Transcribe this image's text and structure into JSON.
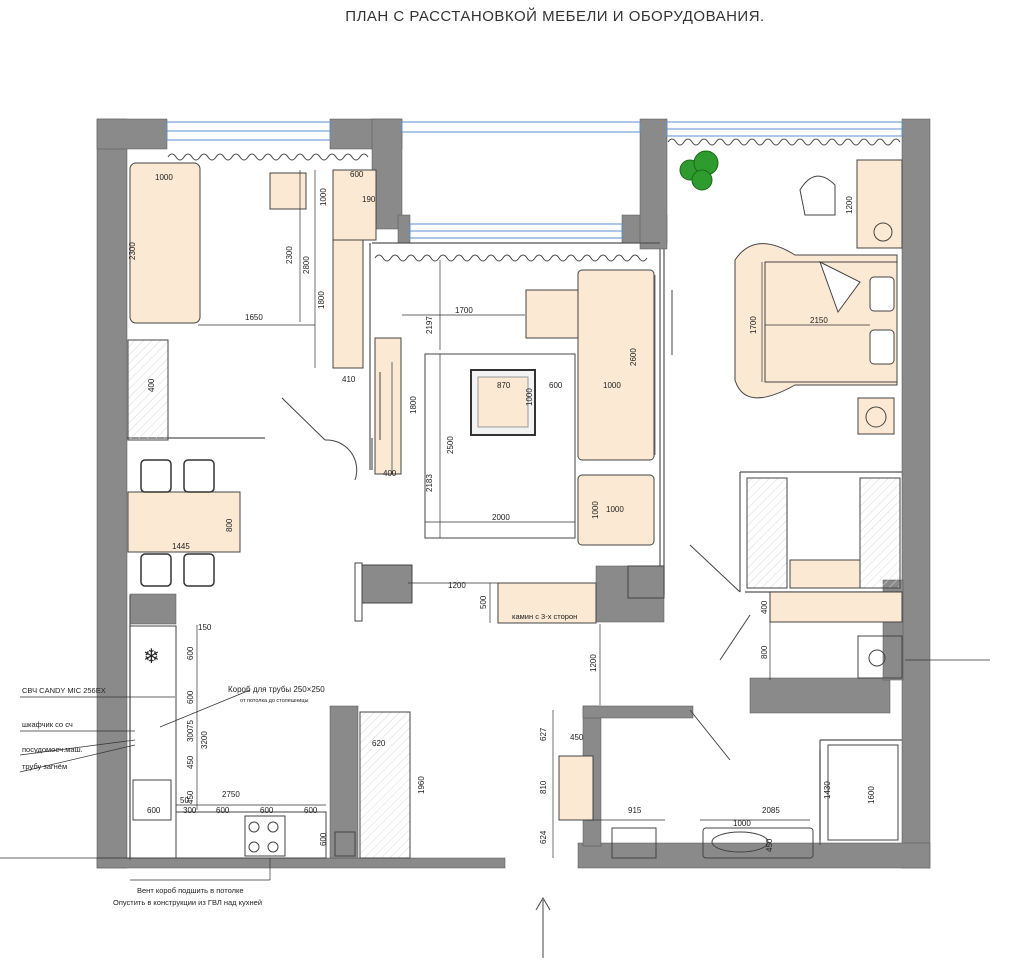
{
  "title": "ПЛАН С РАССТАНОВКОЙ МЕБЕЛИ И ОБОРУДОВАНИЯ.",
  "colors": {
    "wall": "#8a8a8a",
    "wall_dark": "#6e6e6e",
    "furniture": "#fbe9d3",
    "accent_blue": "#2a5db0",
    "plant": "#2e9b2e"
  },
  "dims": {
    "bed_sofa_w": "1000",
    "sofa_len": "2300",
    "d2300b": "2300",
    "d2800": "2800",
    "d1650": "1650",
    "d600top": "600",
    "d190": "190",
    "d1000v": "1000",
    "d1800": "1800",
    "d410": "410",
    "d400wall": "400",
    "d1700lr": "1700",
    "d2197": "2197",
    "d2600": "2600",
    "d870": "870",
    "d600t": "600",
    "d1000tab": "1000",
    "d1000sofa": "1000",
    "d1800tv": "1800",
    "d2500": "2500",
    "d2183": "2183",
    "d400tv": "400",
    "d2000": "2000",
    "d1000c": "1000",
    "d1000chair": "1000",
    "d1200": "1200",
    "d500": "500",
    "fireplace": "камин с 3-х сторон",
    "d800table": "800",
    "d1445": "1445",
    "bed1700": "1700",
    "bed2150": "2150",
    "d1200arm": "1200",
    "d400hall": "400",
    "d800hall": "800",
    "d1200corr": "1200",
    "k600a": "600",
    "k600b": "600",
    "k300": "300",
    "k450": "450",
    "k3200": "3200",
    "k75": "75",
    "k450b": "450",
    "k150": "150",
    "k2750": "2750",
    "k50": "50",
    "k600c": "600",
    "k300b": "300",
    "k600d": "600",
    "k600e": "600",
    "k600f": "600",
    "k600g": "600",
    "k600v": "600",
    "b620": "620",
    "b1960": "1960",
    "b627": "627",
    "b450": "450",
    "b810": "810",
    "b624": "624",
    "b915": "915",
    "b2085": "2085",
    "b1000": "1000",
    "b450s": "450",
    "b1430": "1430",
    "b1600": "1600"
  },
  "notes": {
    "microwave": "СВЧ CANDY MIC 256EX",
    "cabinet": "шкафчик со сч",
    "dishwasher": "посудомоеч.маш.",
    "pipe": "трубу загнём",
    "box": "Короб для трубы 250×250",
    "box_sub": "от потолка до столешницы",
    "vent1": "Вент короб подшить в потолке",
    "vent2": "Опустить в конструкции из ГВЛ над кухней"
  }
}
